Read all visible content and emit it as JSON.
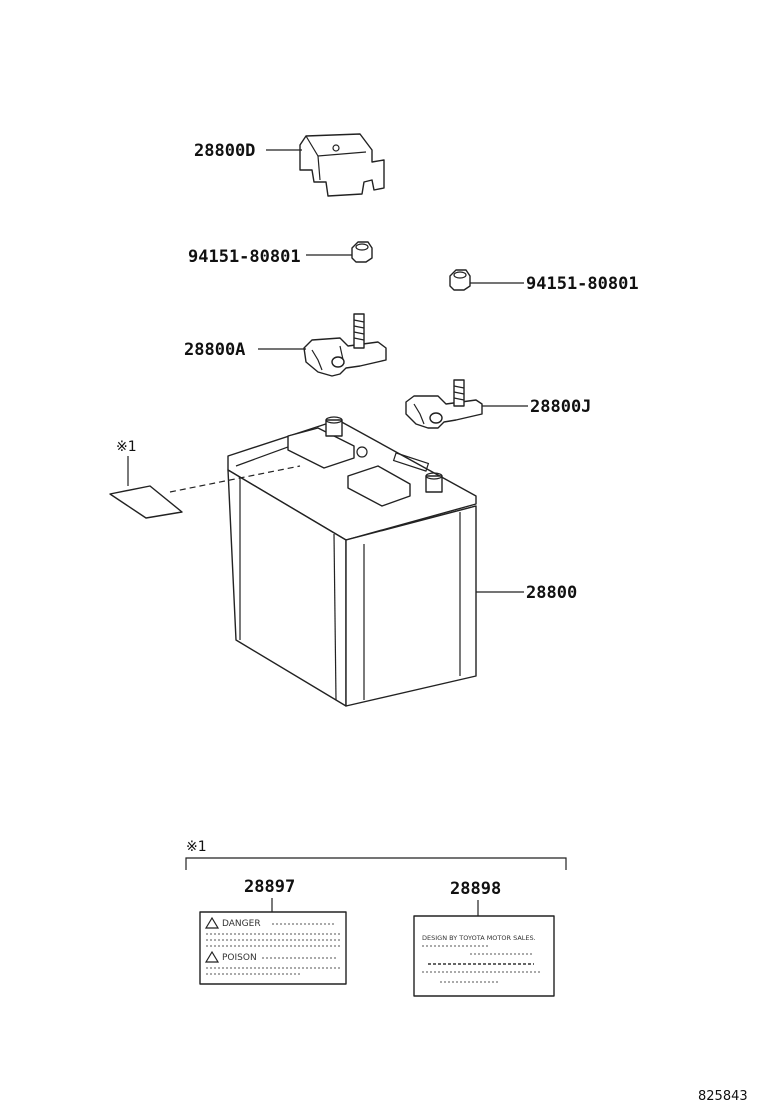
{
  "labels": {
    "cover": "28800D",
    "nut_left": "94151-80801",
    "nut_right": "94151-80801",
    "terminal_a": "28800A",
    "terminal_j": "28800J",
    "battery": "28800",
    "note_ref_top": "※1",
    "note_ref_bottom": "※1",
    "label_danger": "28897",
    "label_toyota": "28898"
  },
  "label_sheet_danger": {
    "line1": "DANGER",
    "line2": "POISON"
  },
  "label_sheet_toyota": {
    "line1": "DESIGN BY TOYOTA MOTOR SALES."
  },
  "figure_id": "825843"
}
